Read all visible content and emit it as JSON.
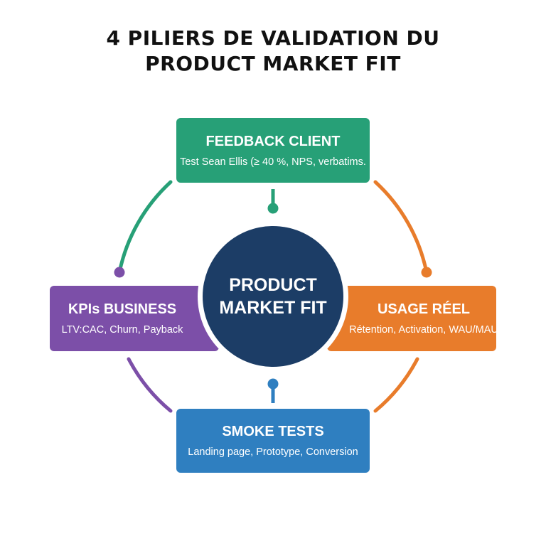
{
  "title": {
    "line1": "4 PILIERS DE VALIDATION DU",
    "line2": "PRODUCT MARKET FIT"
  },
  "hub": {
    "line1": "PRODUCT",
    "line2": "MARKET FIT",
    "color": "#1c3d66"
  },
  "pillars": {
    "top": {
      "title": "FEEDBACK CLIENT",
      "subtitle": "Test Sean Ellis (≥ 40 %, NPS, verbatims.",
      "color": "#27a077"
    },
    "left": {
      "title": "KPIs BUSINESS",
      "subtitle": "LTV:CAC, Churn, Payback",
      "color": "#7c4fa8"
    },
    "right": {
      "title": "USAGE RÉEL",
      "subtitle": "Rétention, Activation, WAU/MAU",
      "color": "#e87c2b"
    },
    "bottom": {
      "title": "SMOKE TESTS",
      "subtitle": "Landing page, Prototype, Conversion",
      "color": "#2f7fc0"
    }
  }
}
